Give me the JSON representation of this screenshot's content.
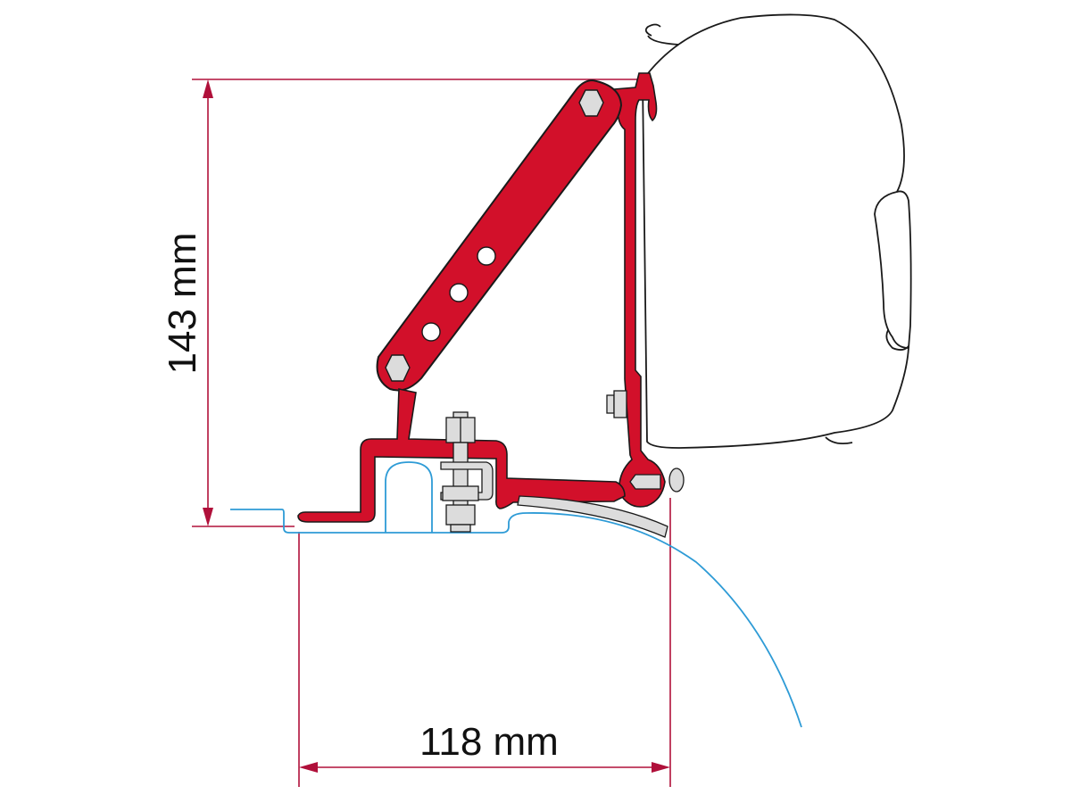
{
  "diagram": {
    "type": "technical dimension drawing",
    "subject": "Awning adapter bracket mounted on vehicle roof",
    "colors": {
      "bracket": "#d2102a",
      "outline": "#1a1a1a",
      "dimension": "#b0103a",
      "roof": "#2e9bd6",
      "hardware": "#dcdcdc",
      "background": "#ffffff"
    },
    "dimensions": {
      "height": {
        "label": "143 mm",
        "value": 143,
        "unit": "mm",
        "orientation": "vertical"
      },
      "width": {
        "label": "118 mm",
        "value": 118,
        "unit": "mm",
        "orientation": "horizontal"
      }
    },
    "components": [
      {
        "name": "awning-cassette",
        "label": "Awning housing"
      },
      {
        "name": "diagonal-strut",
        "label": "Adjustable strut with 3 holes"
      },
      {
        "name": "vertical-rail",
        "label": "Vertical mounting rail"
      },
      {
        "name": "base-clamp",
        "label": "Base clamp with serrated foot"
      },
      {
        "name": "bolt-nut",
        "label": "Bolt and nut"
      },
      {
        "name": "roof-profile",
        "label": "Vehicle roof contour"
      },
      {
        "name": "rubber-strip",
        "label": "Protective strip"
      }
    ]
  }
}
